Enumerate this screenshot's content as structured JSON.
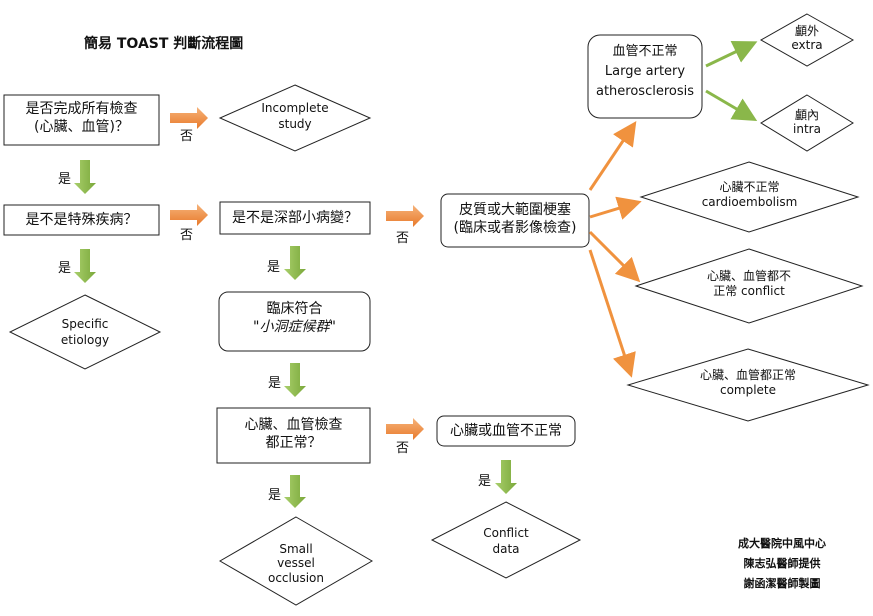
{
  "title": "簡易 TOAST 判斷流程圖",
  "colors": {
    "orange": "#f0923e",
    "green": "#8ab74a",
    "stroke": "#222222"
  },
  "nodes": {
    "complete_check_1": "是否完成所有檢查",
    "complete_check_2": "(心臟、血管)？",
    "incomplete_1": "Incomplete",
    "incomplete_2": "study",
    "special_disease": "是不是特殊疾病？",
    "specific_1": "Specific",
    "specific_2": "etiology",
    "deep_small": "是不是深部小病變？",
    "clinical_1": "臨床符合",
    "clinical_2": "\"小洞症候群\"",
    "heart_vessel_1": "心臟、血管檢查",
    "heart_vessel_2": "都正常？",
    "small_vessel_1": "Small",
    "small_vessel_2": "vessel",
    "small_vessel_3": "occlusion",
    "heart_or_vessel_abn": "心臟或血管不正常",
    "conflict_data_1": "Conflict",
    "conflict_data_2": "data",
    "cortical_1": "皮質或大範圍梗塞",
    "cortical_2": "(臨床或者影像檢查)",
    "vessel_abn_1": "血管不正常",
    "vessel_abn_2": "Large artery",
    "vessel_abn_3": "atherosclerosis",
    "extra_1": "顱外",
    "extra_2": "extra",
    "intra_1": "顱內",
    "intra_2": "intra",
    "cardio_1": "心臟不正常",
    "cardio_2": "cardioembolism",
    "conflict_1": "心臟、血管都不",
    "conflict_2": "正常   conflict",
    "normal_1": "心臟、血管都正常",
    "normal_2": "complete"
  },
  "edges": {
    "no": "否",
    "yes": "是"
  },
  "credits": [
    "成大醫院中風中心",
    "陳志弘醫師提供",
    "謝函潔醫師製圖"
  ]
}
